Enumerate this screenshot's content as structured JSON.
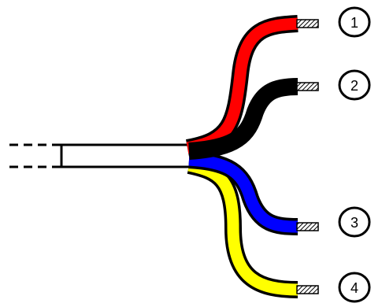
{
  "diagram": {
    "cable": {
      "sheath_color": "#ffffff",
      "continuation": "dashed-lines"
    },
    "wires": [
      {
        "id": "1",
        "color": "#ff0000",
        "label": "1"
      },
      {
        "id": "2",
        "color": "#000000",
        "label": "2"
      },
      {
        "id": "3",
        "color": "#0000ff",
        "label": "3"
      },
      {
        "id": "4",
        "color": "#ffff00",
        "label": "4"
      }
    ],
    "conductor_end": "hatched-stripped-end"
  }
}
